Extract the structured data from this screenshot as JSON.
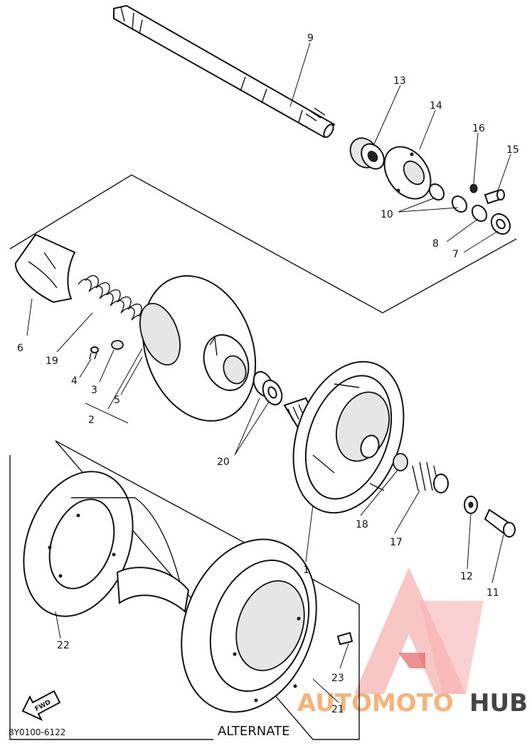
{
  "diagram": {
    "callouts": [
      "1",
      "2",
      "3",
      "4",
      "5",
      "6",
      "7",
      "8",
      "9",
      "10",
      "11",
      "12",
      "13",
      "14",
      "15",
      "16",
      "17",
      "18",
      "19",
      "20",
      "21",
      "22",
      "23"
    ],
    "alternate_label": "ALTERNATE",
    "fwd_label": "FWD",
    "drawing_code": "8Y0100-6122"
  },
  "watermark": {
    "brand_part1": "AUTOMOTO",
    "brand_part2": "HUB",
    "color_light": "#f7a8a8",
    "color_accent": "#e26565",
    "color_text": "#f3b37a",
    "color_dark": "#444444"
  }
}
